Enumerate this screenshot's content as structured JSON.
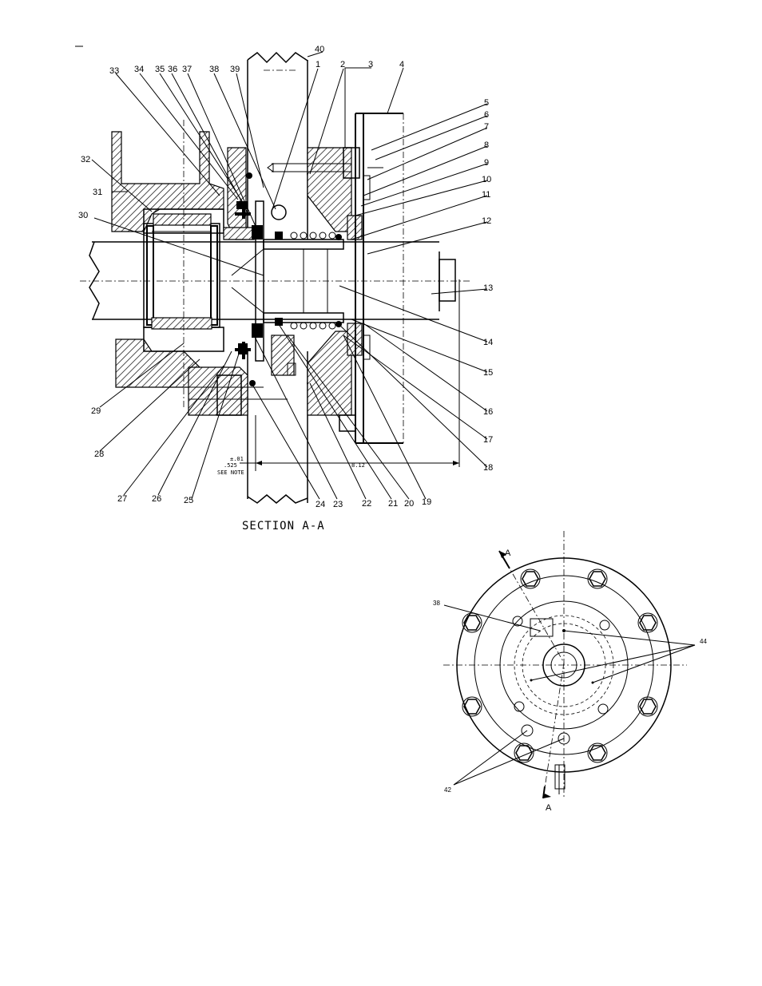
{
  "section_title": "SECTION A-A",
  "section_labels": {
    "l1": "1",
    "l2": "2",
    "l3": "3",
    "l4": "4",
    "l5": "5",
    "l6": "6",
    "l7": "7",
    "l8": "8",
    "l9": "9",
    "l10": "10",
    "l11": "11",
    "l12": "12",
    "l13": "13",
    "l14": "14",
    "l15": "15",
    "l16": "16",
    "l17": "17",
    "l18": "18",
    "l19": "19",
    "l20": "20",
    "l21": "21",
    "l22": "22",
    "l23": "23",
    "l24": "24",
    "l25": "25",
    "l26": "26",
    "l27": "27",
    "l28": "28",
    "l29": "29",
    "l30": "30",
    "l31": "31",
    "l32": "32",
    "l33": "33",
    "l34": "34",
    "l35": "35",
    "l36": "36",
    "l37": "37",
    "l38": "38",
    "l39": "39",
    "l40": "40"
  },
  "dimensions": {
    "tolerance": "±.01",
    "value": ".525",
    "note": "SEE NOTE",
    "length": "8.12"
  },
  "end_view": {
    "label_38": "38",
    "label_42": "42",
    "label_44": "44",
    "cut_top": "A",
    "cut_bottom": "A"
  }
}
